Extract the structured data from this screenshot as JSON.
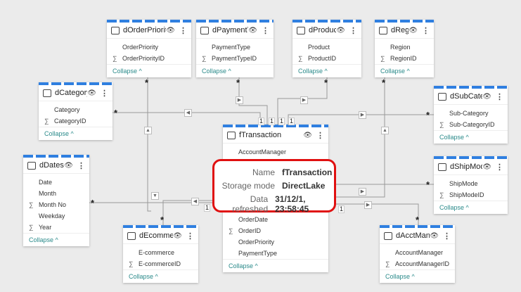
{
  "tables": [
    {
      "id": "dOrderPriority",
      "title": "dOrderPriority",
      "fields": [
        {
          "name": "OrderPriority",
          "sum": false
        },
        {
          "name": "OrderPriorityID",
          "sum": true
        }
      ]
    },
    {
      "id": "dPaymentType",
      "title": "dPaymentType",
      "fields": [
        {
          "name": "PaymentType",
          "sum": false
        },
        {
          "name": "PaymentTypeID",
          "sum": true
        }
      ]
    },
    {
      "id": "dProduct",
      "title": "dProduct",
      "fields": [
        {
          "name": "Product",
          "sum": false
        },
        {
          "name": "ProductID",
          "sum": true
        }
      ]
    },
    {
      "id": "dRegion",
      "title": "dRegion",
      "fields": [
        {
          "name": "Region",
          "sum": false
        },
        {
          "name": "RegionID",
          "sum": true
        }
      ]
    },
    {
      "id": "dCategory",
      "title": "dCategory",
      "fields": [
        {
          "name": "Category",
          "sum": false
        },
        {
          "name": "CategoryID",
          "sum": true
        }
      ]
    },
    {
      "id": "dSubCategeory",
      "title": "dSubCategeory",
      "fields": [
        {
          "name": "Sub-Category",
          "sum": false
        },
        {
          "name": "Sub-CategoryID",
          "sum": true
        }
      ]
    },
    {
      "id": "fTransaction",
      "title": "fTransaction",
      "fields": [
        {
          "name": "AccountManager",
          "sum": false
        },
        {
          "name": "",
          "sum": false
        },
        {
          "name": "",
          "sum": false
        },
        {
          "name": "",
          "sum": false
        },
        {
          "name": "OrderDate",
          "sum": false
        },
        {
          "name": "OrderID",
          "sum": true
        },
        {
          "name": "OrderPriority",
          "sum": false
        },
        {
          "name": "PaymentType",
          "sum": false
        }
      ]
    },
    {
      "id": "dDates",
      "title": "dDates",
      "fields": [
        {
          "name": "Date",
          "sum": false
        },
        {
          "name": "Month",
          "sum": false
        },
        {
          "name": "Month No",
          "sum": true
        },
        {
          "name": "Weekday",
          "sum": false
        },
        {
          "name": "Year",
          "sum": true
        }
      ]
    },
    {
      "id": "dShipMode",
      "title": "dShipMode",
      "fields": [
        {
          "name": "ShipMode",
          "sum": false
        },
        {
          "name": "ShipModeID",
          "sum": true
        }
      ]
    },
    {
      "id": "dEcommerce",
      "title": "dEcommerce",
      "fields": [
        {
          "name": "E-commerce",
          "sum": false
        },
        {
          "name": "E-commerceID",
          "sum": true
        }
      ]
    },
    {
      "id": "dAcctManager",
      "title": "dAcctMana...",
      "fields": [
        {
          "name": "AccountManager",
          "sum": false
        },
        {
          "name": "AccountManagerID",
          "sum": true
        }
      ]
    }
  ],
  "collapse_label": "Collapse ^",
  "sigma": "∑",
  "one": "1",
  "many": "*",
  "tooltip": {
    "name_label": "Name",
    "name": "fTransaction",
    "storage_label": "Storage mode",
    "storage": "DirectLake",
    "refreshed_label": "Data refreshed",
    "refreshed": "31/12/1, 23:58:45"
  },
  "colors": {
    "accent": "#2f7fe0",
    "highlight": "#e01010",
    "link": "#2a8a8a"
  }
}
